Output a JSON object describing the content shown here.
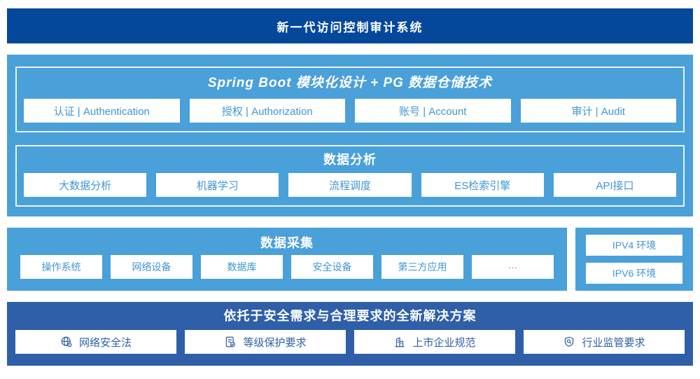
{
  "colors": {
    "banner_bg": "#04489B",
    "section_bg": "#4AA0D9",
    "solution_bg": "#2E5FA8",
    "box_text_blue": "#3F97D3",
    "white": "#FFFFFF"
  },
  "banner": {
    "title": "新一代访问控制审计系统"
  },
  "platform": {
    "modules": {
      "title": "Spring Boot 模块化设计 + PG 数据仓储技术",
      "items": [
        "认证 | Authentication",
        "授权 | Authorization",
        "账号 | Account",
        "审计 | Audit"
      ]
    },
    "analysis": {
      "title": "数据分析",
      "items": [
        "大数据分析",
        "机器学习",
        "流程调度",
        "ES检索引擎",
        "API接口"
      ]
    }
  },
  "collection": {
    "title": "数据采集",
    "items": [
      "操作系统",
      "网络设备",
      "数据库",
      "安全设备",
      "第三方应用",
      "···"
    ]
  },
  "environments": {
    "items": [
      "IPV4 环境",
      "IPV6 环境"
    ]
  },
  "solution": {
    "title": "依托于安全需求与合理要求的全新解决方案",
    "items": [
      {
        "icon": "globe-location-icon",
        "label": "网络安全法"
      },
      {
        "icon": "document-check-icon",
        "label": "等级保护要求"
      },
      {
        "icon": "building-icon",
        "label": "上市企业规范"
      },
      {
        "icon": "shield-search-icon",
        "label": "行业监管要求"
      }
    ]
  }
}
